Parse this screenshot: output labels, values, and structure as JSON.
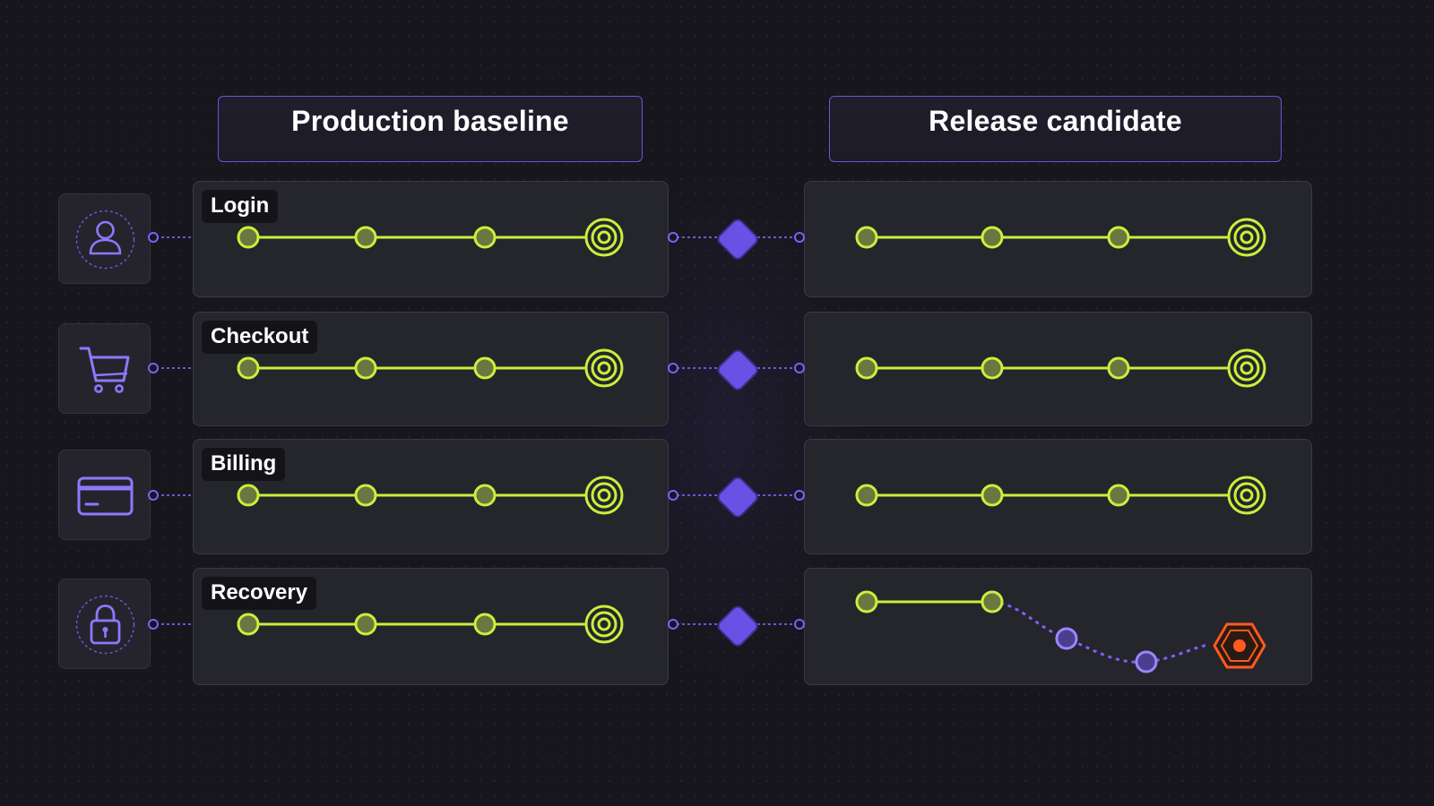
{
  "headers": {
    "baseline": "Production baseline",
    "candidate": "Release candidate"
  },
  "rows": [
    {
      "label": "Login",
      "icon": "user-icon",
      "candidate_status": "pass"
    },
    {
      "label": "Checkout",
      "icon": "shopping-cart-icon",
      "candidate_status": "pass"
    },
    {
      "label": "Billing",
      "icon": "credit-card-icon",
      "candidate_status": "pass"
    },
    {
      "label": "Recovery",
      "icon": "lock-icon",
      "candidate_status": "diverged"
    }
  ],
  "colors": {
    "accent_purple": "#7b61ff",
    "path_green": "#c8f03c",
    "error_orange": "#ff5a1f",
    "background": "#17161c"
  }
}
